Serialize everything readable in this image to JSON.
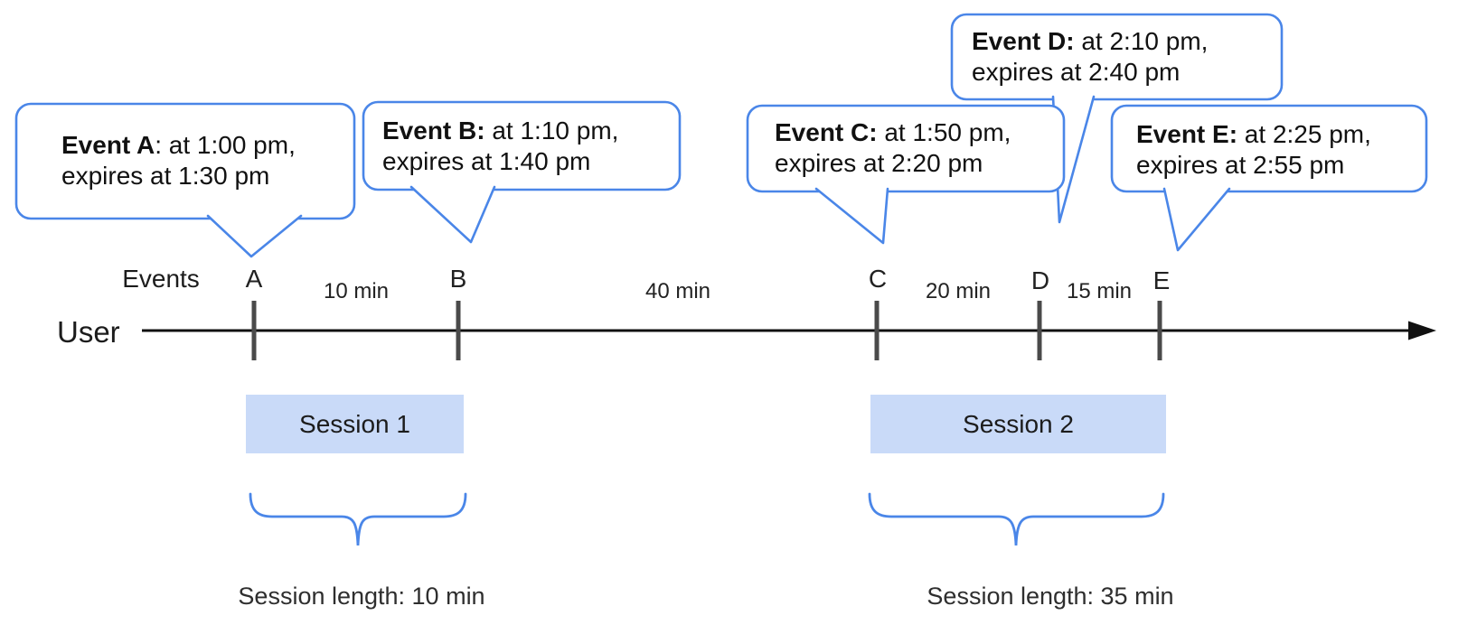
{
  "colors": {
    "bubble": "#4a86e8",
    "brace": "#4a86e8",
    "tick": "#4a4a4a",
    "axis": "#111111",
    "session": "#c9daf8"
  },
  "bubbles": [
    {
      "id": "A",
      "bold": "Event A",
      "rest": ": at 1:00 pm,",
      "line2": "expires at 1:30 pm"
    },
    {
      "id": "B",
      "bold": "Event B:",
      "rest": " at 1:10 pm,",
      "line2": "expires at 1:40 pm"
    },
    {
      "id": "C",
      "bold": "Event C:",
      "rest": " at 1:50 pm,",
      "line2": "expires at 2:20 pm"
    },
    {
      "id": "D",
      "bold": "Event D:",
      "rest": " at 2:10 pm,",
      "line2": "expires at 2:40 pm"
    },
    {
      "id": "E",
      "bold": "Event E:",
      "rest": " at 2:25 pm,",
      "line2": "expires at 2:55 pm"
    }
  ],
  "timeline": {
    "events_label": "Events",
    "user_label": "User",
    "marks": [
      "A",
      "B",
      "C",
      "D",
      "E"
    ],
    "intervals": [
      "10 min",
      "40 min",
      "20 min",
      "15 min"
    ]
  },
  "sessions": [
    {
      "label": "Session 1",
      "length": "Session length: 10 min"
    },
    {
      "label": "Session 2",
      "length": "Session length: 35 min"
    }
  ]
}
